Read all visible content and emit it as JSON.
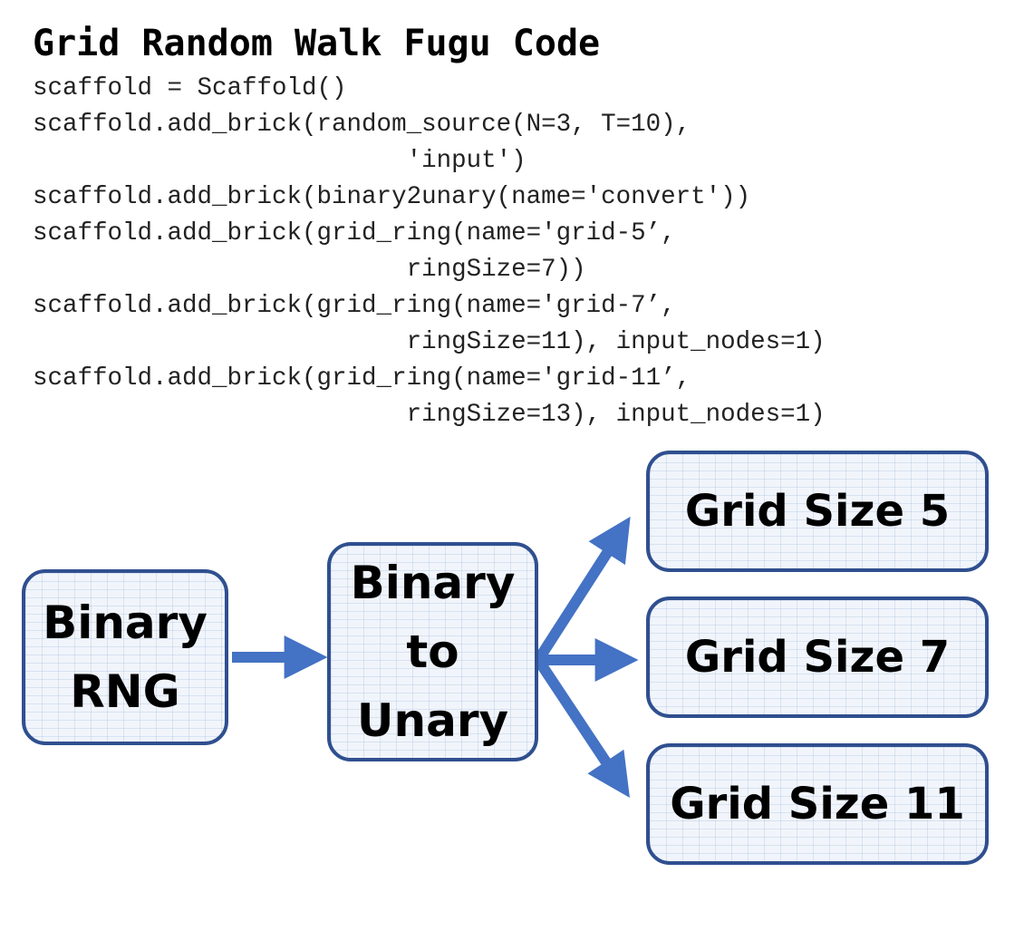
{
  "title": "Grid Random Walk Fugu Code",
  "code_lines": [
    "scaffold = Scaffold()",
    "scaffold.add_brick(random_source(N=3, T=10),",
    "                         'input')",
    "scaffold.add_brick(binary2unary(name='convert'))",
    "scaffold.add_brick(grid_ring(name='grid-5’,",
    "                         ringSize=7))",
    "scaffold.add_brick(grid_ring(name='grid-7’,",
    "                         ringSize=11), input_nodes=1)",
    "scaffold.add_brick(grid_ring(name='grid-11’,",
    "                         ringSize=13), input_nodes=1)"
  ],
  "diagram": {
    "nodes": {
      "rng": "Binary\nRNG",
      "convert": "Binary\nto\nUnary",
      "grid5": "Grid Size 5",
      "grid7": "Grid Size 7",
      "grid11": "Grid Size 11"
    },
    "colors": {
      "arrow": "#4472c4",
      "box_border": "#2f4f8f",
      "box_fill": "#f1f5fb"
    }
  }
}
